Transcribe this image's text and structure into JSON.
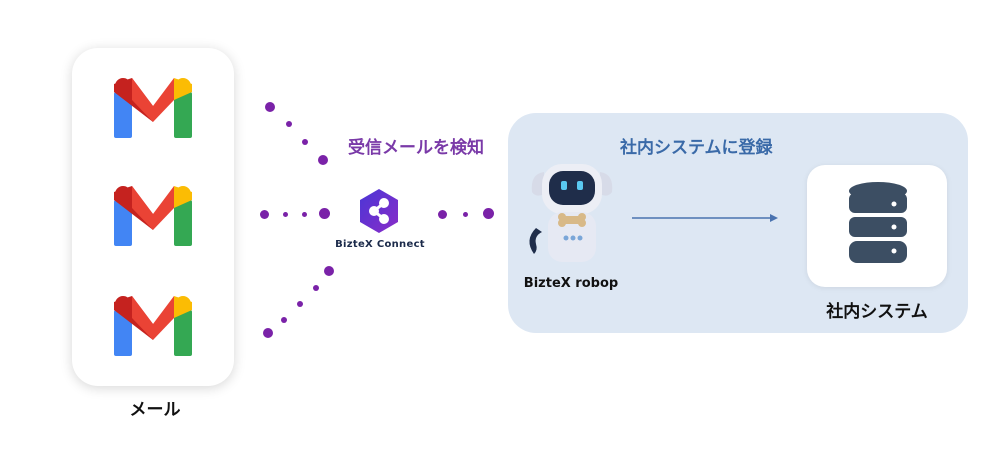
{
  "mail": {
    "label": "メール",
    "icon_count": 3
  },
  "connector": {
    "caption": "受信メールを検知",
    "name": "BizteX Connect"
  },
  "panel": {
    "title": "社内システムに登録"
  },
  "robot": {
    "name": "BizteX robop"
  },
  "target": {
    "label": "社内システム"
  },
  "icons": {
    "mail_icon": "gmail-icon",
    "connector_icon": "bizteX-connect-logo-icon",
    "robot_icon": "robot-icon",
    "database_icon": "database-icon",
    "arrow_icon": "arrow-right-icon"
  },
  "colors": {
    "accent_purple": "#7a22a8",
    "panel_bg": "#dde7f3",
    "panel_title": "#3a6aa8",
    "arrow": "#4a73b0",
    "database": "#3c4e63"
  }
}
